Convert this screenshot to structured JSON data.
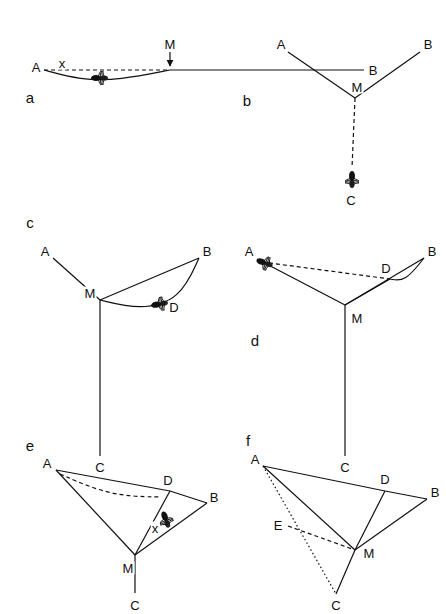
{
  "diagram": {
    "labels": [
      "A",
      "x",
      "M",
      "B",
      "a",
      "A",
      "M",
      "B",
      "C",
      "b",
      "A",
      "B",
      "M",
      "D",
      "C",
      "c",
      "A",
      "D",
      "B",
      "M",
      "C",
      "d",
      "A",
      "D",
      "B",
      "x",
      "M",
      "C",
      "e",
      "A",
      "D",
      "B",
      "E",
      "M",
      "C",
      "f"
    ]
  }
}
